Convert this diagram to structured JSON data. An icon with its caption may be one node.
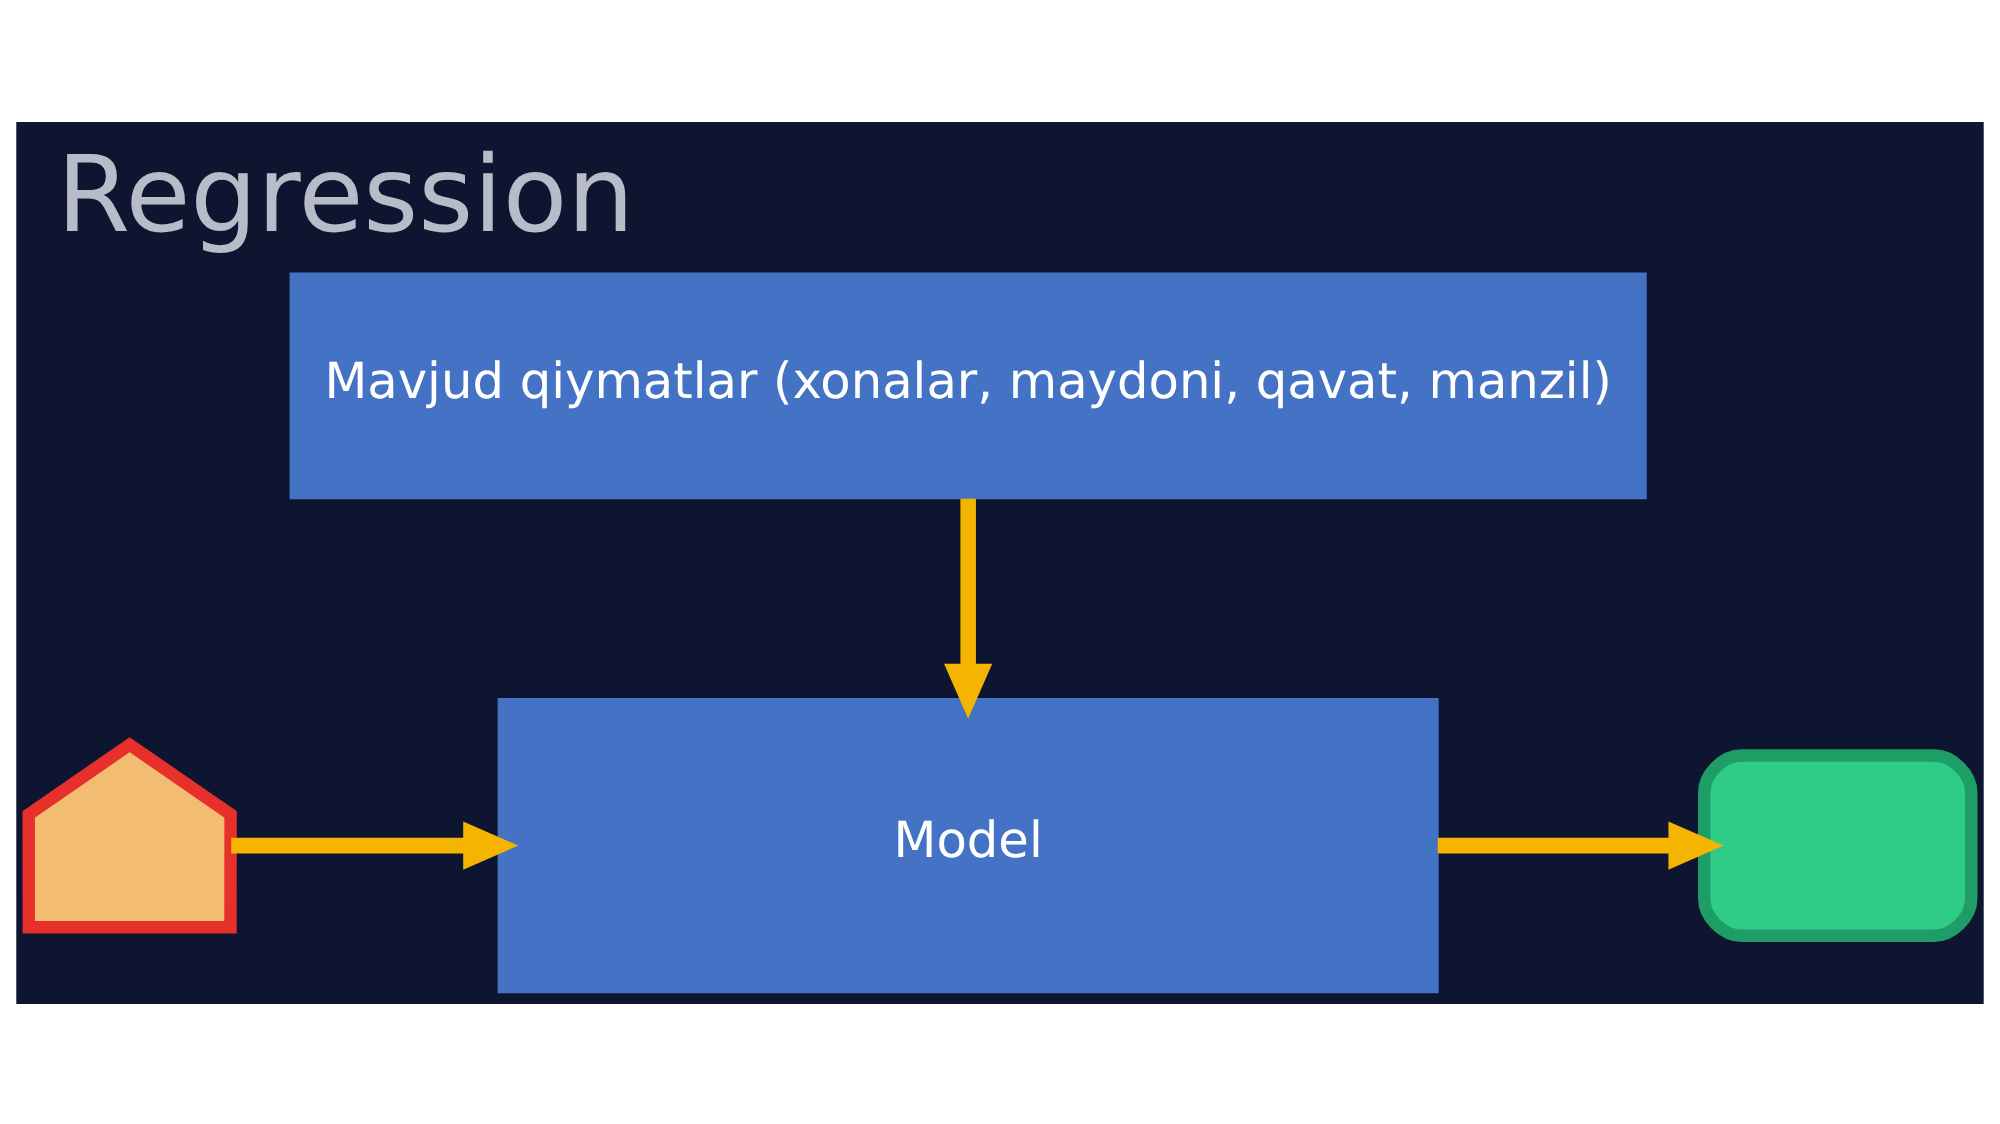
{
  "diagram": {
    "title": "Regression",
    "nodes": [
      {
        "text": [],
        "shape": "house"
      },
      {
        "text": [
          "Mavjud qiymatlar (xonalar, maydoni, qavat, manzil)"
        ]
      },
      {
        "text": [
          "Model"
        ]
      },
      {
        "text": [],
        "shape": "box"
      }
    ],
    "edges": [
      {
        "from": 1,
        "to": 2,
        "arrow": "to"
      },
      {
        "from": 0,
        "to": 2,
        "arrow": "to"
      },
      {
        "from": 2,
        "to": 3,
        "arrow": "to"
      }
    ]
  }
}
